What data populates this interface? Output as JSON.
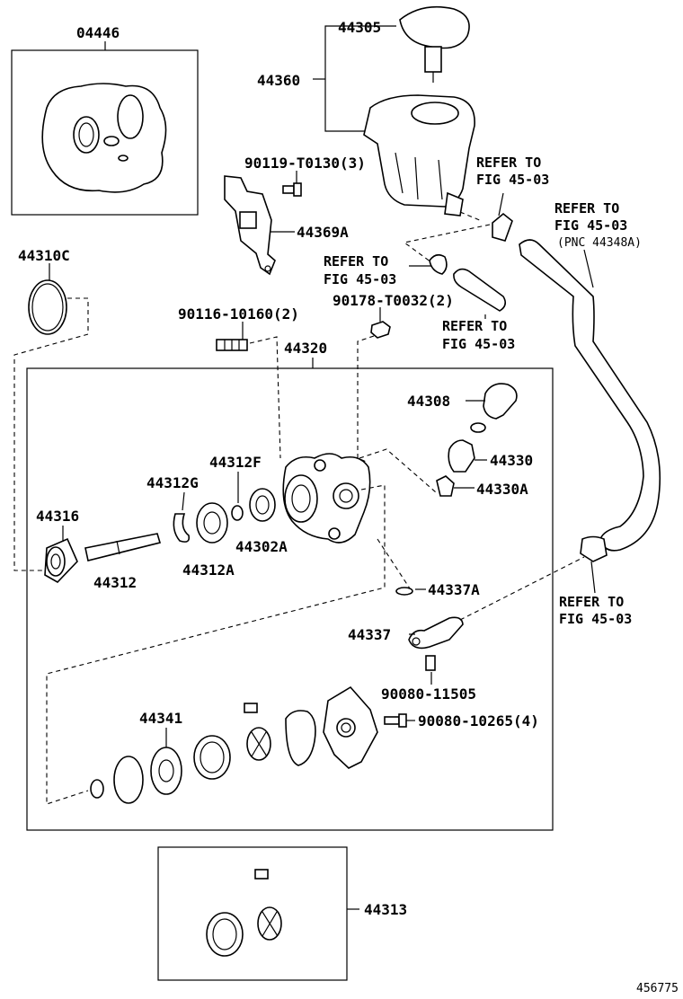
{
  "image_number": "456775",
  "labels": {
    "p04446": "04446",
    "p44305": "44305",
    "p44360": "44360",
    "p90119": "90119-T0130(3)",
    "p44369A": "44369A",
    "p44310C": "44310C",
    "p90116": "90116-10160(2)",
    "p90178": "90178-T0032(2)",
    "p44320": "44320",
    "p44308": "44308",
    "p44330": "44330",
    "p44330A": "44330A",
    "p44312F": "44312F",
    "p44312G": "44312G",
    "p44316": "44316",
    "p44302A": "44302A",
    "p44312A": "44312A",
    "p44312": "44312",
    "p44337A": "44337A",
    "p44337": "44337",
    "p90080_11505": "90080-11505",
    "p44341": "44341",
    "p90080_10265": "90080-10265(4)",
    "p44313": "44313"
  },
  "references": {
    "ref1_line1": "REFER TO",
    "ref1_line2": "FIG 45-03",
    "ref2_line1": "REFER TO",
    "ref2_line2": "FIG 45-03",
    "ref2_line3": "(PNC 44348A)",
    "ref3_line1": "REFER TO",
    "ref3_line2": "FIG 45-03",
    "ref4_line1": "REFER TO",
    "ref4_line2": "FIG 45-03",
    "ref5_line1": "REFER TO",
    "ref5_line2": "FIG 45-03"
  }
}
